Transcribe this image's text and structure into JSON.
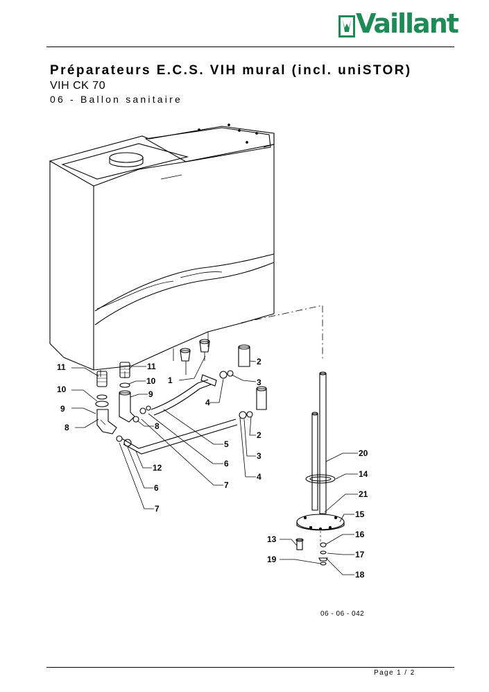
{
  "header": {
    "brand": "Vaillant",
    "brand_color": "#1e8a56"
  },
  "document": {
    "title": "Préparateurs E.C.S. VIH mural (incl. uniSTOR)",
    "subtitle": "VIH CK 70",
    "section": "06 - Ballon sanitaire",
    "drawing_ref": "06 - 06 - 042",
    "page_label": "Page 1 / 2"
  },
  "callouts": {
    "c1": "1",
    "c2a": "2",
    "c2b": "2",
    "c3a": "3",
    "c3b": "3",
    "c4a": "4",
    "c4b": "4",
    "c5": "5",
    "c6a": "6",
    "c6b": "6",
    "c7a": "7",
    "c7b": "7",
    "c8a": "8",
    "c8b": "8",
    "c9a": "9",
    "c9b": "9",
    "c10a": "10",
    "c10b": "10",
    "c11a": "11",
    "c11b": "11",
    "c12": "12",
    "c13": "13",
    "c14": "14",
    "c15": "15",
    "c16": "16",
    "c17": "17",
    "c18": "18",
    "c19": "19",
    "c20": "20",
    "c21": "21"
  }
}
